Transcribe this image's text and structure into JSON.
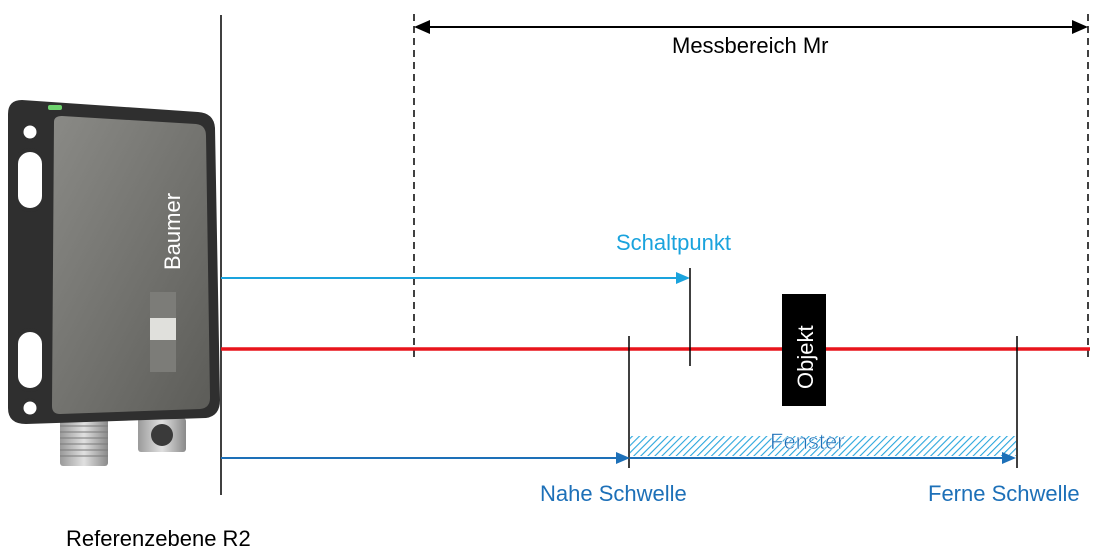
{
  "labels": {
    "measuring_range": "Messbereich Mr",
    "switch_point": "Schaltpunkt",
    "object": "Objekt",
    "window": "Fenster",
    "near_threshold": "Nahe Schwelle",
    "far_threshold": "Ferne Schwelle",
    "reference_plane": "Referenzebene R2",
    "brand": "Baumer"
  },
  "colors": {
    "beam": "#e8141b",
    "switch_point": "#1aa3dd",
    "threshold": "#1d70b8",
    "window_hatch": "#2aa6dd",
    "line": "#000000"
  },
  "icons": {
    "sensor": "sensor-device-icon",
    "arrow": "arrowhead-icon"
  }
}
